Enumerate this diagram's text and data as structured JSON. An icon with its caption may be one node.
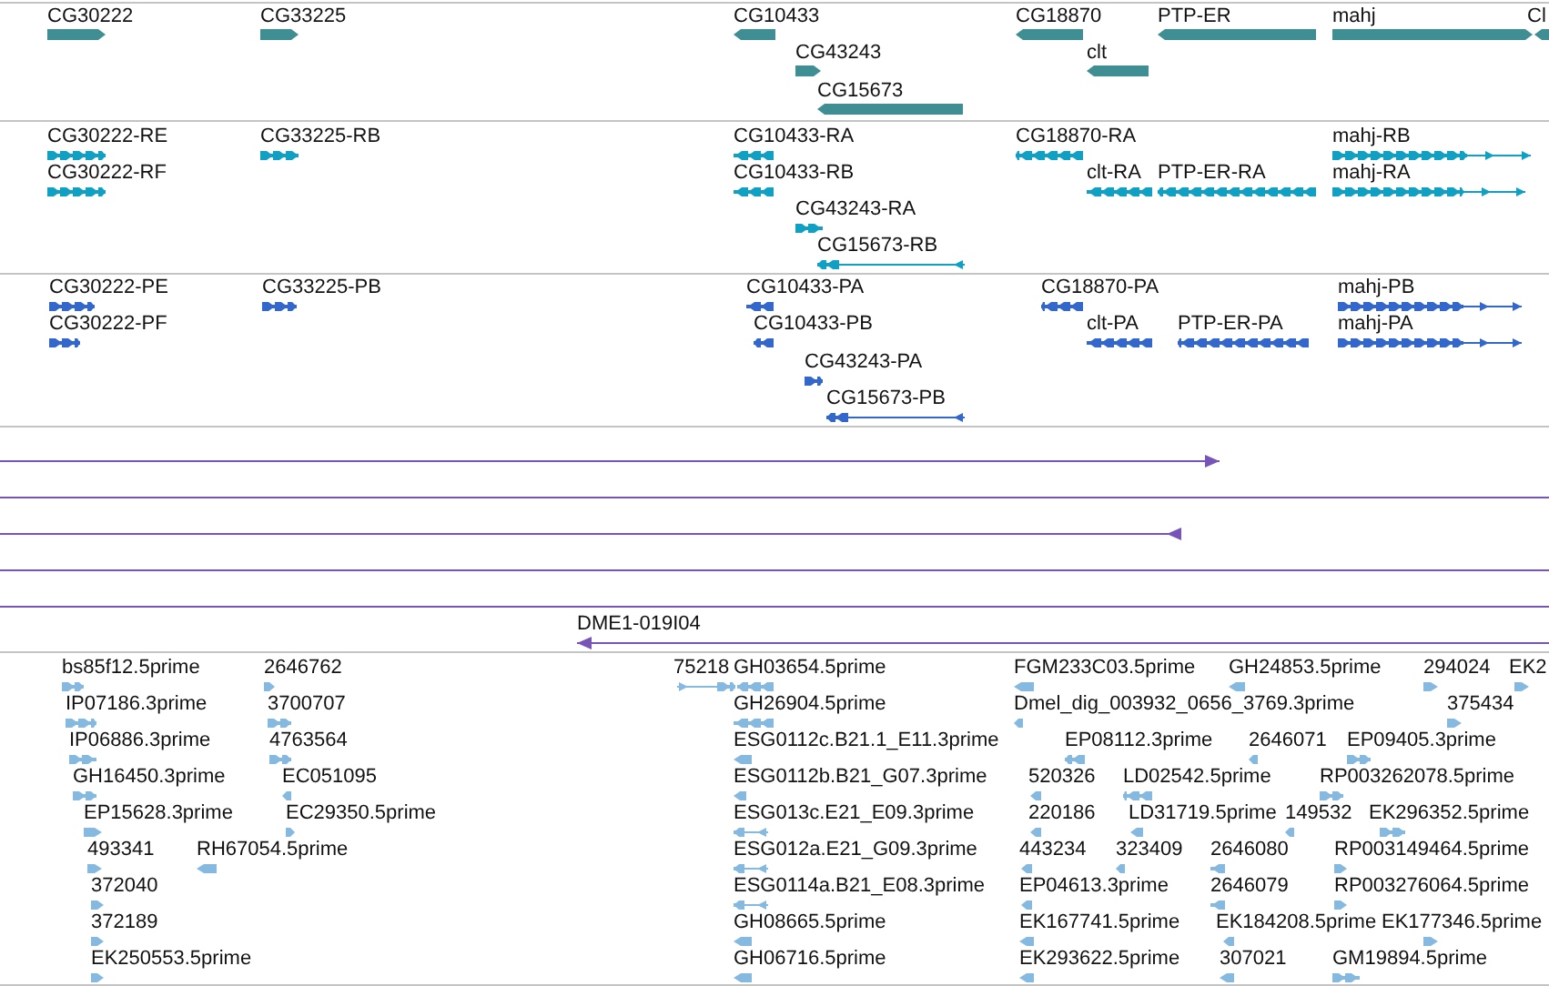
{
  "diagram": {
    "labels": [
      "CG30222",
      "CG33225",
      "CG10433",
      "CG18870",
      "PTP-ER",
      "mahj",
      "Cl",
      "CG43243",
      "clt",
      "CG15673",
      "CG30222-RE",
      "CG33225-RB",
      "CG10433-RA",
      "CG18870-RA",
      "mahj-RB",
      "CG30222-RF",
      "CG10433-RB",
      "clt-RA",
      "PTP-ER-RA",
      "mahj-RA",
      "CG43243-RA",
      "CG15673-RB",
      "CG30222-PE",
      "CG33225-PB",
      "CG10433-PA",
      "CG18870-PA",
      "mahj-PB",
      "CG30222-PF",
      "CG10433-PB",
      "clt-PA",
      "PTP-ER-PA",
      "mahj-PA",
      "CG43243-PA",
      "CG15673-PB",
      "DME1-019I04",
      "bs85f12.5prime",
      "2646762",
      "75218",
      "GH03654.5prime",
      "FGM233C03.5prime",
      "GH24853.5prime",
      "294024",
      "EK2",
      "IP07186.3prime",
      "3700707",
      "GH26904.5prime",
      "Dmel_dig_003932_0656_3769.3prime",
      "375434",
      "IP06886.3prime",
      "4763564",
      "ESG0112c.B21.1_E11.3prime",
      "EP08112.3prime",
      "2646071",
      "EP09405.3prime",
      "GH16450.3prime",
      "EC051095",
      "ESG0112b.B21_G07.3prime",
      "520326",
      "LD02542.5prime",
      "RP003262078.5prime",
      "EP15628.3prime",
      "EC29350.5prime",
      "ESG013c.E21_E09.3prime",
      "220186",
      "LD31719.5prime",
      "149532",
      "EK296352.5prime",
      "493341",
      "RH67054.5prime",
      "ESG012a.E21_G09.3prime",
      "443234",
      "323409",
      "2646080",
      "RP003149464.5prime",
      "372040",
      "ESG0114a.B21_E08.3prime",
      "EP04613.3prime",
      "2646079",
      "RP003276064.5prime",
      "372189",
      "GH08665.5prime",
      "EK167741.5prime",
      "EK184208.5prime",
      "EK177346.5prime",
      "EK250553.5prime",
      "GH06716.5prime",
      "EK293622.5prime",
      "307021",
      "GM19894.5prime"
    ]
  }
}
